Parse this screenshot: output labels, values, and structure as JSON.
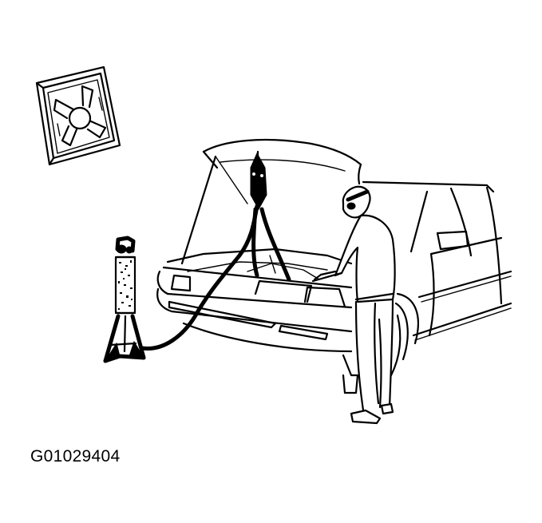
{
  "figure": {
    "code": "G01029404",
    "background": "#ffffff",
    "line_color": "#000000",
    "elements": [
      {
        "name": "ventilation-fan",
        "label": ""
      },
      {
        "name": "jack-stand-with-canister",
        "label": ""
      },
      {
        "name": "exhaust-hose",
        "label": ""
      },
      {
        "name": "vehicle-open-hood",
        "label": ""
      },
      {
        "name": "technician-with-goggles",
        "label": ""
      }
    ]
  }
}
